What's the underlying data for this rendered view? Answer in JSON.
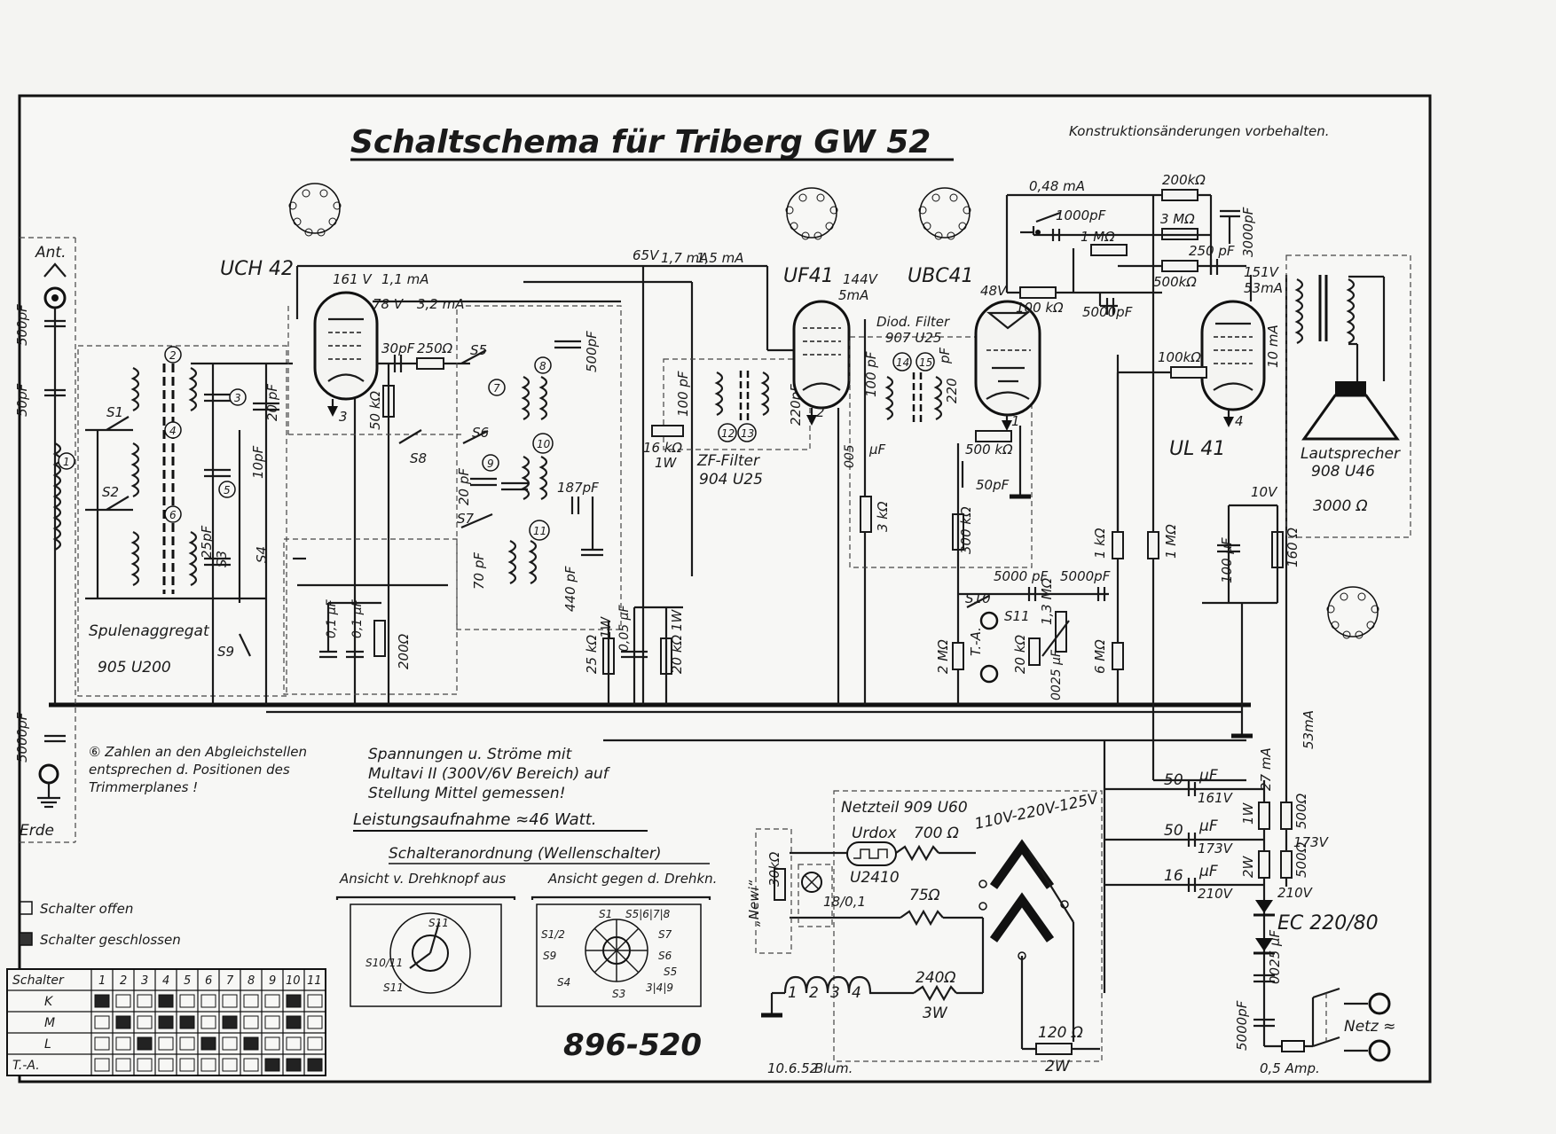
{
  "title": "Schaltschema für Triberg GW 52",
  "note_top": "Konstruktionsänderungen vorbehalten.",
  "tubes": [
    {
      "id": "uch42",
      "label": "UCH 42"
    },
    {
      "id": "uf41",
      "label": "UF41"
    },
    {
      "id": "ubc41",
      "label": "UBC41"
    },
    {
      "id": "ul41",
      "label": "UL 41"
    },
    {
      "id": "ec",
      "label": "EC 220/80"
    }
  ],
  "labels": {
    "ant": "Ant.",
    "erde": "Erde",
    "spulen1": "Spulenaggregat",
    "spulen2": "905  U200",
    "zf1": "ZF-Filter",
    "zf2": "904 U25",
    "diod1": "Diod. Filter",
    "diod2": "907  U25",
    "laut1": "Lautsprecher",
    "laut2": "908 U46",
    "laut3": "3000 Ω",
    "netz_title": "Netzteil 909 U60",
    "urdox": "Urdox",
    "u2410": "U2410",
    "newi": "„Newi“",
    "netz": "Netz ≈",
    "ta": "T.-A.",
    "voltage_range": "110V-220V-125V",
    "fuse": "0,5 Amp.",
    "partno": "896-520",
    "date": "10.6.52",
    "sign": "Blum."
  },
  "notes": {
    "trim1": "⑥ Zahlen an den Abgleichstellen",
    "trim2": "entsprechen d. Positionen des",
    "trim3": "Trimmerplanes !",
    "meas1": "Spannungen u. Ströme mit",
    "meas2": "Multavi II (300V/6V Bereich) auf",
    "meas3": "Stellung  Mittel  gemessen!",
    "power": "Leistungsaufnahme ≈46 Watt.",
    "switch_title": "Schalteranordnung (Wellenschalter)",
    "view1": "Ansicht v. Drehknopf aus",
    "view2": "Ansicht gegen d. Drehkn."
  },
  "legend": {
    "open": "Schalter offen",
    "closed": "Schalter geschlossen"
  },
  "values": {
    "v161": "161 V",
    "ma11": "1,1 mA",
    "v78": "78 V",
    "ma32": "3,2 mA",
    "ma17": "1,7 mA",
    "v65": "65V",
    "ma15": "1,5 mA",
    "v144": "144V",
    "ma5": "5mA",
    "v48": "48V",
    "ma048": "0,48 mA",
    "v151": "151V",
    "ma53": "53mA",
    "ma10": "10 mA",
    "v10": "10V",
    "c500p": "500pF",
    "c50p": "50pF",
    "c5000p": "5000pF",
    "c30p": "30pF",
    "r250": "250Ω",
    "c20p": "20 pF",
    "c10p": "10pF",
    "c25p": "25pF",
    "r50k": "50 kΩ",
    "c01a": "0,1 µF",
    "c01b": "0,1 µF",
    "r200": "200Ω",
    "c500p2": "500pF",
    "c187": "187pF",
    "c70": "70 pF",
    "c440": "440 pF",
    "r16k": "16 kΩ",
    "w1": "1W",
    "r25k": "25 kΩ",
    "w1b": "1W",
    "c005": "0,05 µF",
    "r20k": "20 kΩ",
    "w1c": "1W",
    "c100a": "100 pF",
    "c220a": "220pF",
    "c100b": "100 pF",
    "c005b": "005",
    "uf": "µF",
    "r3k": "3 kΩ",
    "c220b": "220",
    "pf": "pF",
    "r500k": "500 kΩ",
    "c50pb": "50pF",
    "r100k": "100 kΩ",
    "c1000": "1000pF",
    "r1m": "1 MΩ",
    "c5000b": "5000pF",
    "r200k": "200kΩ",
    "r3m": "3 MΩ",
    "r500kb": "500kΩ",
    "c250": "250 pF",
    "c3000": "3000pF",
    "r100kb": "100kΩ",
    "r300k": "300 kΩ",
    "r1k": "1 kΩ",
    "r1mb": "1 MΩ",
    "c100uf": "100 µF",
    "r160": "160 Ω",
    "c5000c": "5000 pF",
    "c5000d": "5000pF",
    "r13m": "1,3 MΩ",
    "r2m": "2 MΩ",
    "r20kb": "20 kΩ",
    "c0025": "0025 µF",
    "r6m": "6 MΩ",
    "c50a": "50",
    "uf161": "µF",
    "v161b": "161V",
    "c50b": "50",
    "uf173": "µF",
    "v173": "173V",
    "c16": "16",
    "uf210": "µF",
    "v210": "210V",
    "ma27": "27 mA",
    "w1d": "1W",
    "r500a": "500Ω",
    "v173b": "173V",
    "w2": "2W",
    "r500b": "500Ω",
    "v210b": "210V",
    "ma53b": "53mA",
    "c0025b": "0025 µF",
    "r700": "700 Ω",
    "r75": "75Ω",
    "r240": "240Ω",
    "w3": "3W",
    "r30k": "30kΩ",
    "l18": "18/0,1",
    "r120": "120 Ω",
    "w2b": "2W",
    "c5000e": "5000pF",
    "s1": "S1",
    "s2": "S2",
    "s3": "S3",
    "s4": "S4",
    "s5": "S5",
    "s6": "S6",
    "s7": "S7",
    "s8": "S8",
    "s9": "S9",
    "s10": "S10",
    "s11": "S11"
  },
  "switch_table": {
    "header": "Schalter",
    "cols": [
      "1",
      "2",
      "3",
      "4",
      "5",
      "6",
      "7",
      "8",
      "9",
      "10",
      "11"
    ],
    "rows": [
      {
        "name": "K",
        "cells": [
          1,
          0,
          0,
          1,
          0,
          0,
          0,
          0,
          0,
          1,
          0
        ]
      },
      {
        "name": "M",
        "cells": [
          0,
          1,
          0,
          1,
          1,
          0,
          1,
          0,
          0,
          1,
          0
        ]
      },
      {
        "name": "L",
        "cells": [
          0,
          0,
          1,
          0,
          0,
          1,
          0,
          1,
          0,
          0,
          0
        ]
      },
      {
        "name": "T.-A.",
        "cells": [
          0,
          0,
          0,
          0,
          0,
          0,
          0,
          0,
          1,
          1,
          1
        ]
      }
    ]
  }
}
